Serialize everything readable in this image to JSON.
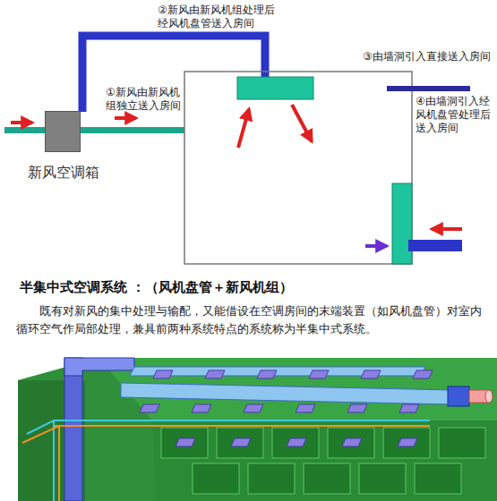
{
  "diagram": {
    "title": "半集中式空调系统 ：（风机盘管＋新风机组）",
    "nodes": [
      {
        "text": [
          "新风空调箱"
        ]
      }
    ],
    "labels": [
      "①新风由新风机组独立送入房间",
      "②新风由新风机组处理后经风机盘管送入房间",
      "③由墙洞引入直接送入房间",
      "④由墙洞引入经风机盘管处理后送入房间",
      "既有对新风的集中处理与输配，又能借设在空调房间的末端装置（如风机盘管）对室内循环空气作局部处理，兼具前两种系统特点的系统称为半集中式系统。"
    ]
  }
}
